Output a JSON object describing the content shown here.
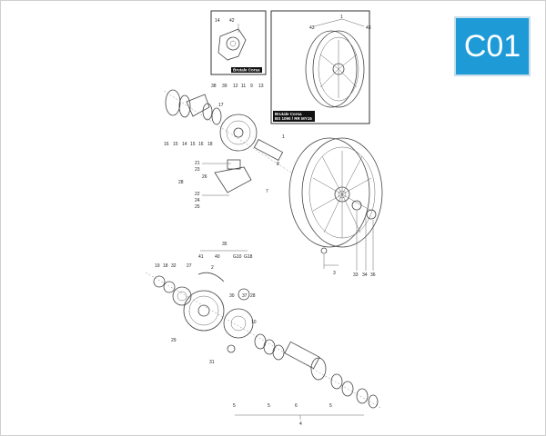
{
  "page": {
    "code": "C01",
    "badge_color": "#1e9bd7"
  },
  "insets": {
    "sprocket_carrier": {
      "caption": "Brutale Corsa",
      "refs": [
        "14",
        "42"
      ]
    },
    "wheel": {
      "caption": "Brutale Corsa\nBS 1090 / RR MY15",
      "refs": [
        "1",
        "43",
        "43"
      ]
    }
  },
  "labels": {
    "upper_row": [
      "38",
      "39",
      "12",
      "11",
      "9",
      "13"
    ],
    "upper_left_col": [
      "16",
      "15",
      "14",
      "15",
      "16",
      "18"
    ],
    "bracket_refs": [
      "21",
      "23",
      "26",
      "28",
      "22",
      "24",
      "25"
    ],
    "misc_upper": [
      "17",
      "1",
      "8",
      "7",
      "3",
      "33",
      "34",
      "36"
    ],
    "lower_top": [
      "35",
      "41",
      "40",
      "G10",
      "G18",
      "2"
    ],
    "lower_left": [
      "19",
      "18",
      "32",
      "27"
    ],
    "lower_mid": [
      "30",
      "37",
      "28",
      "10",
      "29",
      "31"
    ],
    "bottom_row": [
      "5",
      "5",
      "6",
      "5",
      "4"
    ]
  }
}
